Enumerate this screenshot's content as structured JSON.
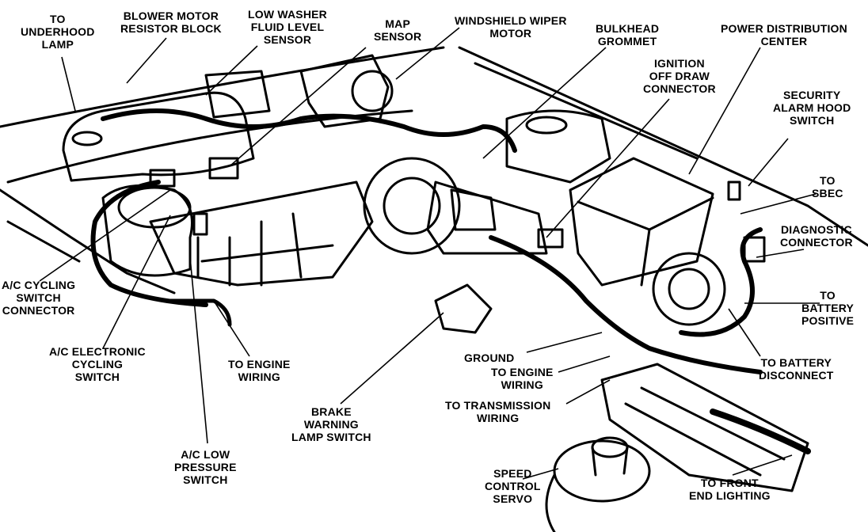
{
  "callouts": {
    "underhood_lamp": [
      "TO",
      "UNDERHOOD",
      "LAMP"
    ],
    "blower_motor": [
      "BLOWER MOTOR",
      "RESISTOR BLOCK"
    ],
    "washer_sensor": [
      "LOW WASHER",
      "FLUID LEVEL",
      "SENSOR"
    ],
    "map_sensor": [
      "MAP",
      "SENSOR"
    ],
    "wiper_motor": [
      "WINDSHIELD WIPER",
      "MOTOR"
    ],
    "bulkhead": [
      "BULKHEAD",
      "GROMMET"
    ],
    "pdc": [
      "POWER DISTRIBUTION",
      "CENTER"
    ],
    "ignition_off": [
      "IGNITION",
      "OFF DRAW",
      "CONNECTOR"
    ],
    "security_alarm": [
      "SECURITY",
      "ALARM HOOD",
      "SWITCH"
    ],
    "sbec": [
      "TO",
      "SBEC"
    ],
    "diagnostic": [
      "DIAGNOSTIC",
      "CONNECTOR"
    ],
    "battery_positive": [
      "TO",
      "BATTERY",
      "POSITIVE"
    ],
    "battery_disconnect": [
      "TO BATTERY",
      "DISCONNECT"
    ],
    "ac_cycling_connector": [
      "A/C CYCLING",
      "SWITCH",
      "CONNECTOR"
    ],
    "ac_electronic": [
      "A/C ELECTRONIC",
      "CYCLING",
      "SWITCH"
    ],
    "engine_wiring_left": [
      "TO ENGINE",
      "WIRING"
    ],
    "ac_low_pressure": [
      "A/C LOW",
      "PRESSURE",
      "SWITCH"
    ],
    "brake_warning": [
      "BRAKE",
      "WARNING",
      "LAMP SWITCH"
    ],
    "ground": [
      "GROUND"
    ],
    "engine_wiring_center": [
      "TO ENGINE",
      "WIRING"
    ],
    "transmission": [
      "TO TRANSMISSION",
      "WIRING"
    ],
    "speed_control": [
      "SPEED",
      "CONTROL",
      "SERVO"
    ],
    "front_lighting": [
      "TO FRONT",
      "END LIGHTING"
    ]
  }
}
